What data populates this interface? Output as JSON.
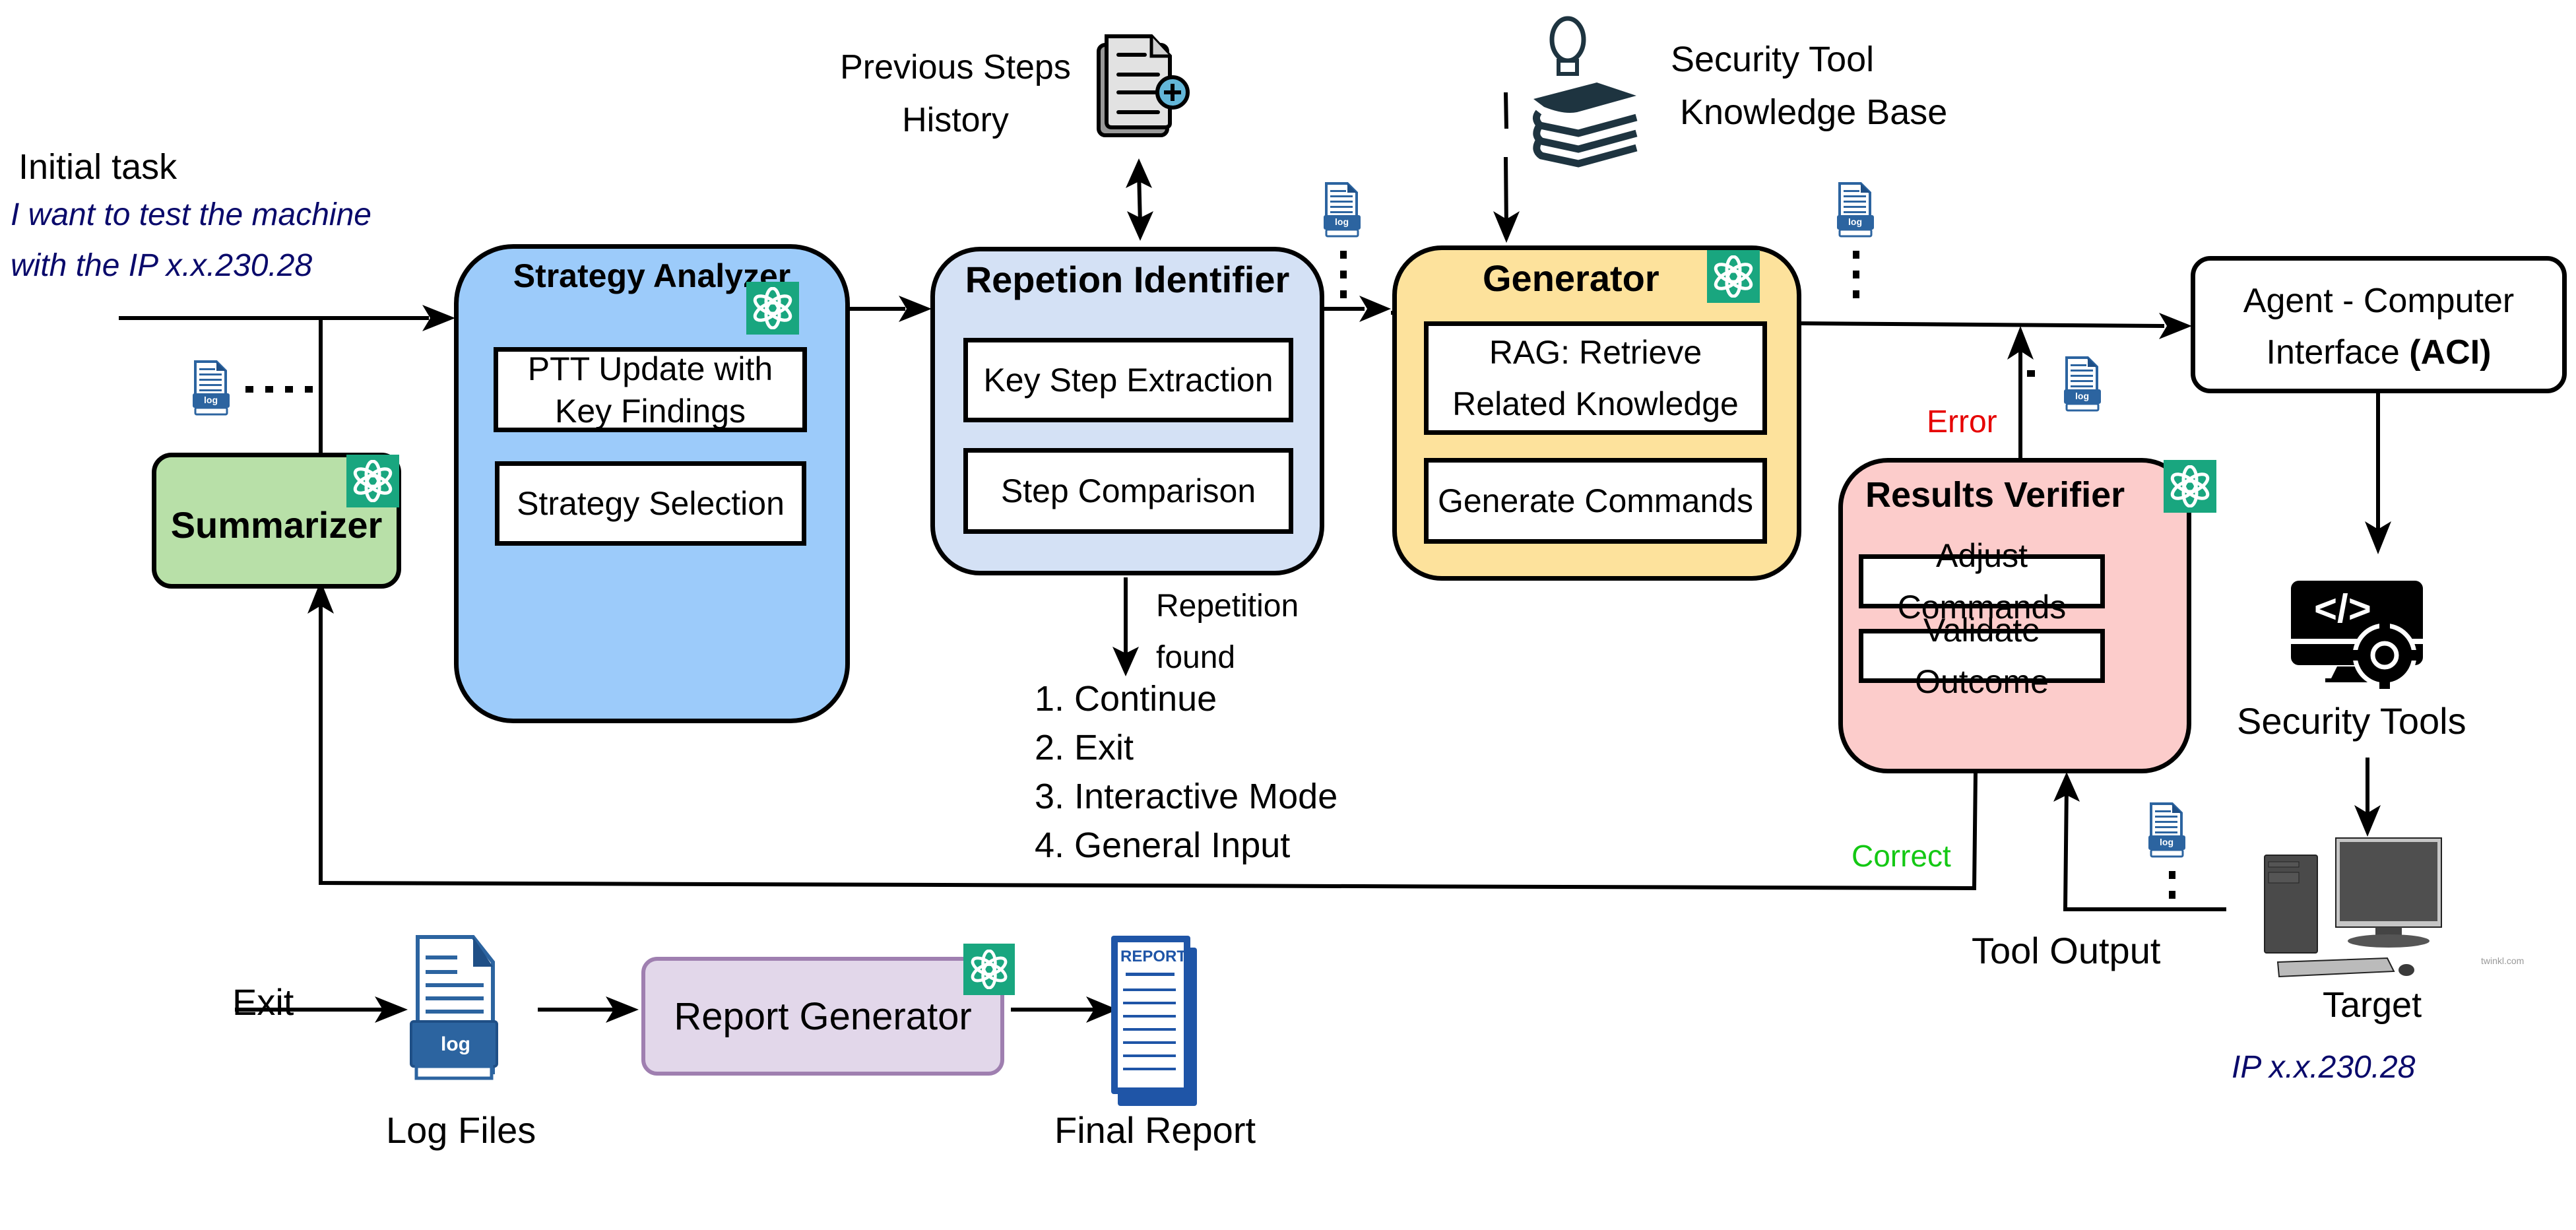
{
  "colors": {
    "strategy_fill": "#9ccbfa",
    "repetition_fill": "#d4e1f5",
    "generator_fill": "#fde29c",
    "verifier_fill": "#fccccb",
    "summarizer_fill": "#b8e0a8",
    "report_fill": "#e2d7ea",
    "report_border": "#9f7fb0",
    "gpt_badge": "#19a67f",
    "log_blue": "#2c64a0",
    "italic_navy": "#0a0a6b",
    "error_red": "#e60000",
    "correct_green": "#14c814"
  },
  "initial_task": {
    "label": "Initial task",
    "prompt_line1": "I want to test the machine",
    "prompt_line2": "with the IP x.x.230.28"
  },
  "summarizer": {
    "title": "Summarizer"
  },
  "strategy_analyzer": {
    "title": "Strategy Analyzer",
    "steps": [
      "PTT Update with Key Findings",
      "Strategy Selection"
    ],
    "step1_line1": "PTT Update with",
    "step1_line2": "Key Findings"
  },
  "history": {
    "line1": "Previous Steps",
    "line2": "History"
  },
  "repetition_identifier": {
    "title": "Repetion Identifier",
    "steps": [
      "Key Step Extraction",
      "Step Comparison"
    ],
    "branch_label_line1": "Repetition",
    "branch_label_line2": "found",
    "options": [
      "1. Continue",
      "2. Exit",
      "3. Interactive Mode",
      "4. General Input"
    ]
  },
  "knowledge_base": {
    "line1": "Security Tool",
    "line2": "Knowledge Base"
  },
  "generator": {
    "title": "Generator",
    "step1_line1": "RAG: Retrieve",
    "step1_line2": "Related Knowledge",
    "step2": "Generate Commands"
  },
  "aci": {
    "line1": "Agent - Computer",
    "line2_prefix": "Interface ",
    "line2_bold": "(ACI)"
  },
  "results_verifier": {
    "title": "Results Verifier",
    "steps": [
      "Adjust Commands",
      "Validate Outcome"
    ],
    "error_label": "Error",
    "correct_label": "Correct"
  },
  "security_tools": {
    "label": "Security Tools",
    "glyph": "</>"
  },
  "target": {
    "label": "Target",
    "ip": "IP x.x.230.28",
    "watermark": "twinkl.com"
  },
  "tool_output": {
    "label": "Tool Output"
  },
  "log_icon": {
    "label": "log"
  },
  "report_flow": {
    "exit_label": "Exit",
    "log_files_label": "Log Files",
    "report_generator": "Report Generator",
    "final_report_label": "Final Report",
    "report_icon_text": "REPORT"
  }
}
